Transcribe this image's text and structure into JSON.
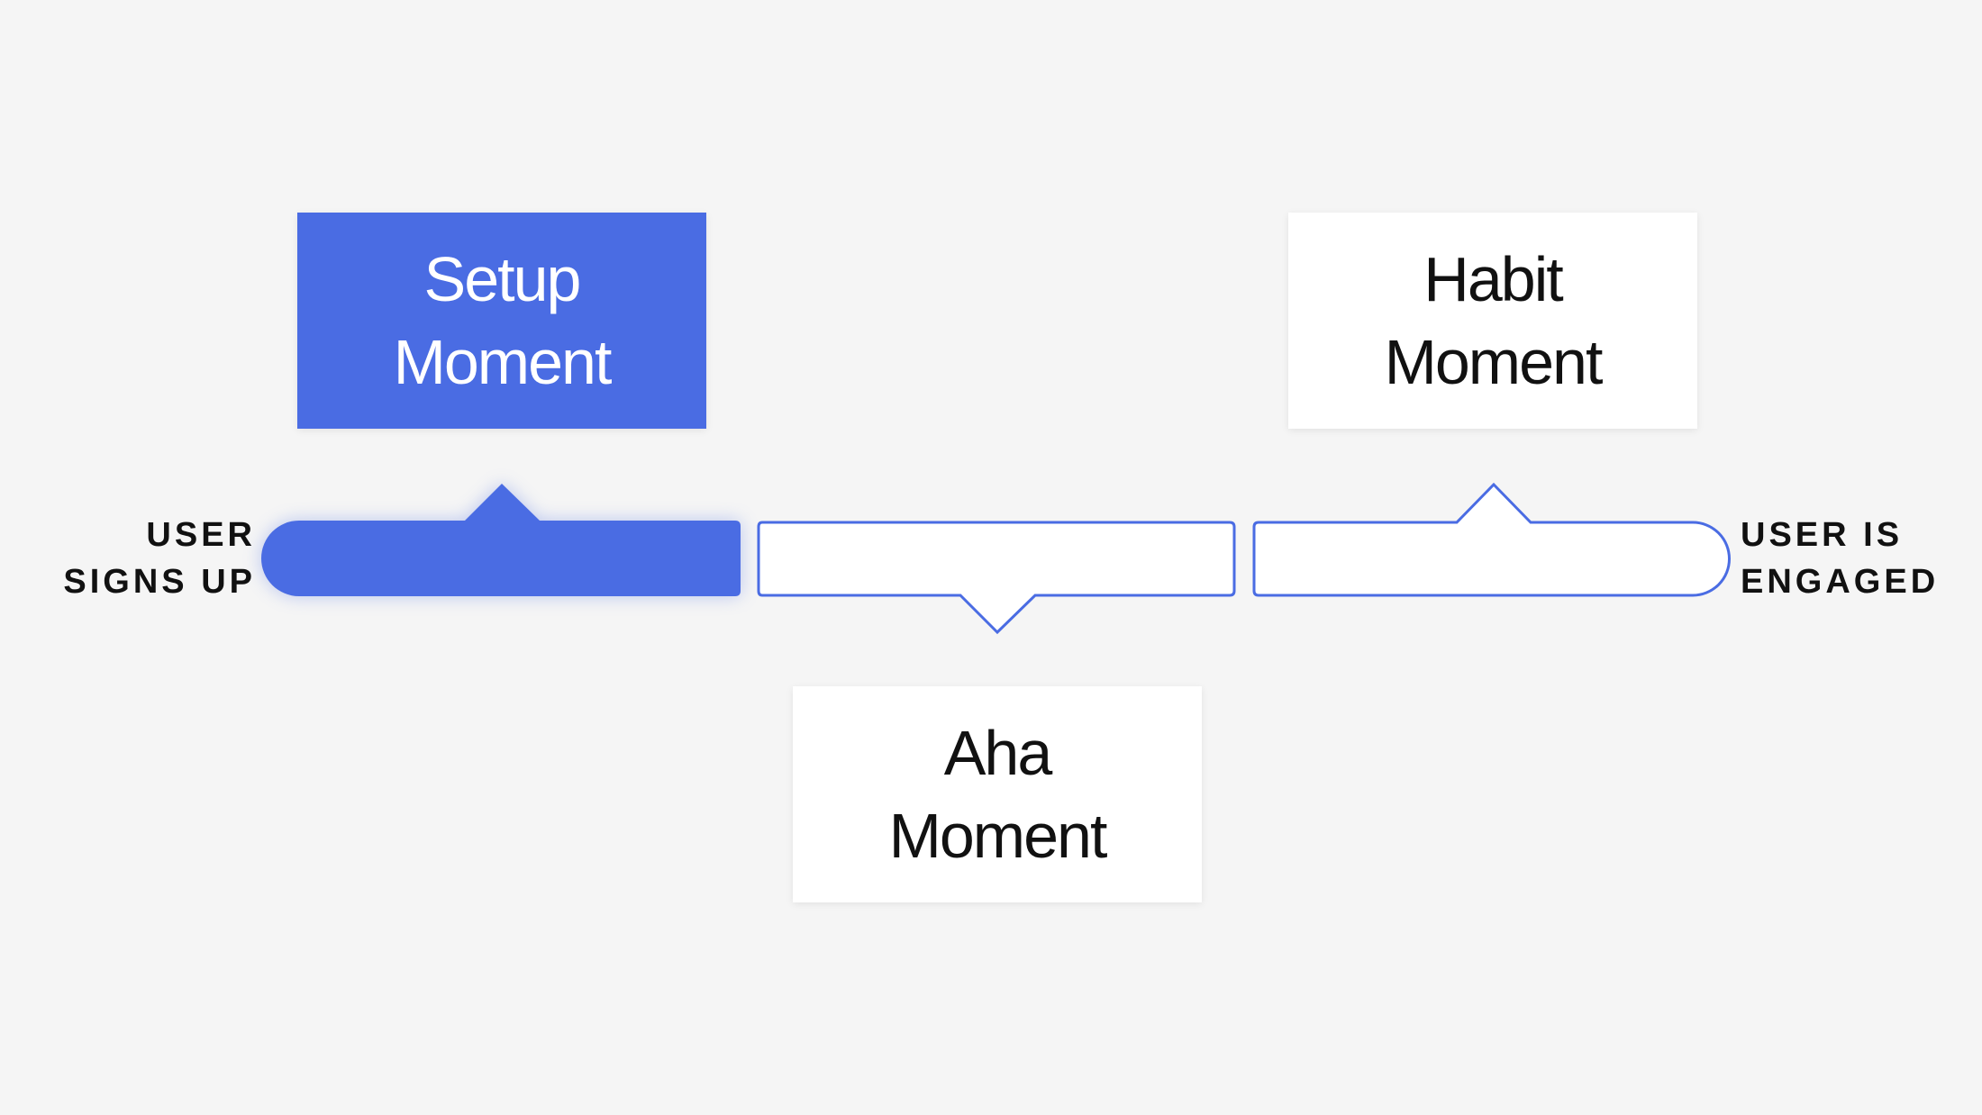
{
  "colors": {
    "accent": "#4a6ce3",
    "background": "#f5f5f5"
  },
  "start_label": {
    "line1": "USER",
    "line2": "SIGNS UP"
  },
  "end_label": {
    "line1": "USER IS",
    "line2": "ENGAGED"
  },
  "moments": [
    {
      "line1": "Setup",
      "line2": "Moment",
      "state": "active"
    },
    {
      "line1": "Aha",
      "line2": "Moment",
      "state": "inactive"
    },
    {
      "line1": "Habit",
      "line2": "Moment",
      "state": "inactive"
    }
  ]
}
